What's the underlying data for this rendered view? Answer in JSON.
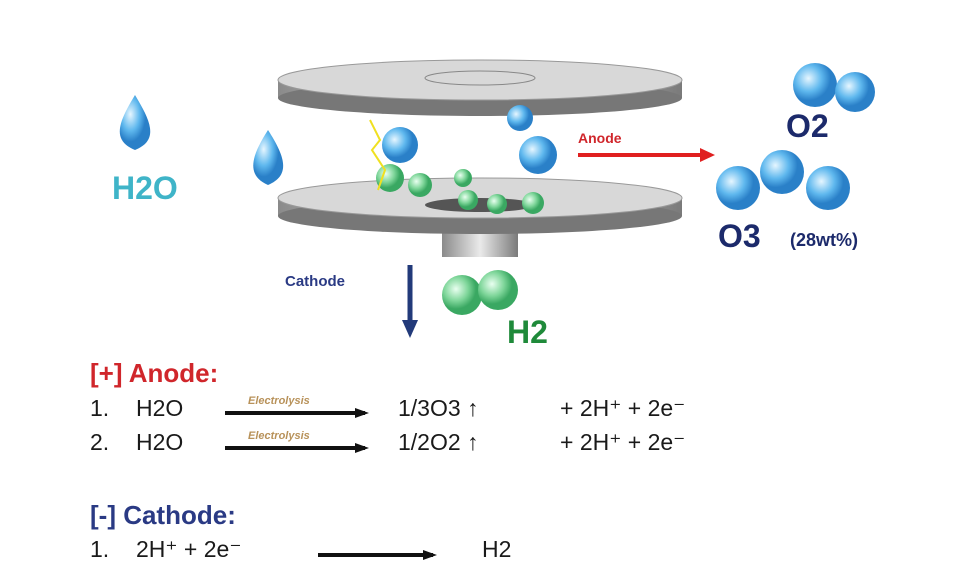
{
  "diagram": {
    "h2o_label": "H2O",
    "anode_label": "Anode",
    "cathode_label": "Cathode",
    "o2_label": "O2",
    "o3_label": "O3",
    "o3_note": "(28wt%)",
    "h2_label": "H2"
  },
  "anode": {
    "heading": "[+] Anode:",
    "reactions": [
      {
        "num": "1.",
        "reactant": "H2O",
        "condition": "Electrolysis",
        "product": "1/3O3 ↑",
        "rest": "+ 2H⁺ + 2e⁻"
      },
      {
        "num": "2.",
        "reactant": "H2O",
        "condition": "Electrolysis",
        "product": "1/2O2 ↑",
        "rest": "+ 2H⁺ + 2e⁻"
      }
    ]
  },
  "cathode": {
    "heading": "[-] Cathode:",
    "reactions": [
      {
        "num": "1.",
        "reactant": "2H⁺ + 2e⁻",
        "product": "H2"
      }
    ]
  },
  "colors": {
    "anode": "#d0262b",
    "cathode": "#2a3a84",
    "h2o": "#3fb4c8",
    "h2": "#1f8a3a",
    "o": "#1c2a6b"
  }
}
